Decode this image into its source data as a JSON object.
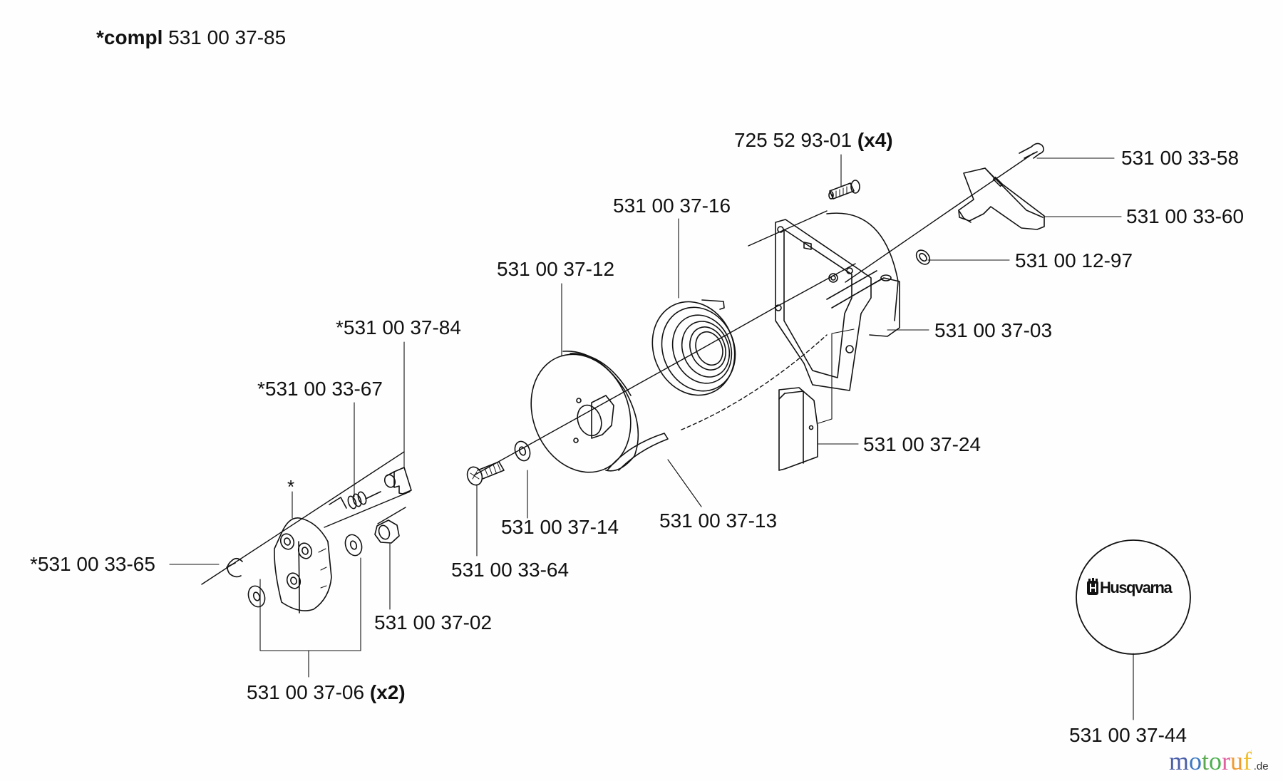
{
  "diagram": {
    "title_prefix": "*compl",
    "title_part": "531 00 37-85",
    "brand_logo": "Husqvarna",
    "watermark": {
      "letters": [
        {
          "ch": "m",
          "color": "#4a5fa8"
        },
        {
          "ch": "o",
          "color": "#3c78c4"
        },
        {
          "ch": "t",
          "color": "#5aaa50"
        },
        {
          "ch": "o",
          "color": "#4cb050"
        },
        {
          "ch": "r",
          "color": "#e060a0"
        },
        {
          "ch": "u",
          "color": "#f09a30"
        },
        {
          "ch": "f",
          "color": "#f0c030"
        }
      ],
      "suffix": ".de"
    },
    "assembly_marker": "*",
    "parts": [
      {
        "id": "p1",
        "number": "725 52 93-01",
        "qty": "(x4)",
        "description": "housing screw"
      },
      {
        "id": "p2",
        "number": "531 00 33-58",
        "qty": "",
        "description": "rope clip"
      },
      {
        "id": "p3",
        "number": "531 00 33-60",
        "qty": "",
        "description": "starter handle"
      },
      {
        "id": "p4",
        "number": "531 00 37-16",
        "qty": "",
        "description": "recoil spring"
      },
      {
        "id": "p5",
        "number": "531 00 12-97",
        "qty": "",
        "description": "rope guide grommet"
      },
      {
        "id": "p6",
        "number": "531 00 37-12",
        "qty": "",
        "description": "rope pulley"
      },
      {
        "id": "p7",
        "number": "531 00 37-03",
        "qty": "",
        "description": "starter housing"
      },
      {
        "id": "p8",
        "number": "*531 00 37-84",
        "qty": "",
        "description": "pawl"
      },
      {
        "id": "p9",
        "number": "*531 00 33-67",
        "qty": "",
        "description": "pawl spring"
      },
      {
        "id": "p10",
        "number": "531 00 37-24",
        "qty": "",
        "description": "plate"
      },
      {
        "id": "p11",
        "number": "531 00 37-14",
        "qty": "",
        "description": "washer"
      },
      {
        "id": "p12",
        "number": "531 00 37-13",
        "qty": "",
        "description": "starter rope"
      },
      {
        "id": "p13",
        "number": "*531 00 33-65",
        "qty": "",
        "description": "circlip"
      },
      {
        "id": "p14",
        "number": "531 00 33-64",
        "qty": "",
        "description": "pulley screw"
      },
      {
        "id": "p15",
        "number": "531 00 37-02",
        "qty": "",
        "description": "nut"
      },
      {
        "id": "p16",
        "number": "531 00 37-06",
        "qty": "(x2)",
        "description": "washers"
      },
      {
        "id": "p17",
        "number": "531 00 37-44",
        "qty": "",
        "description": "decal"
      }
    ]
  }
}
